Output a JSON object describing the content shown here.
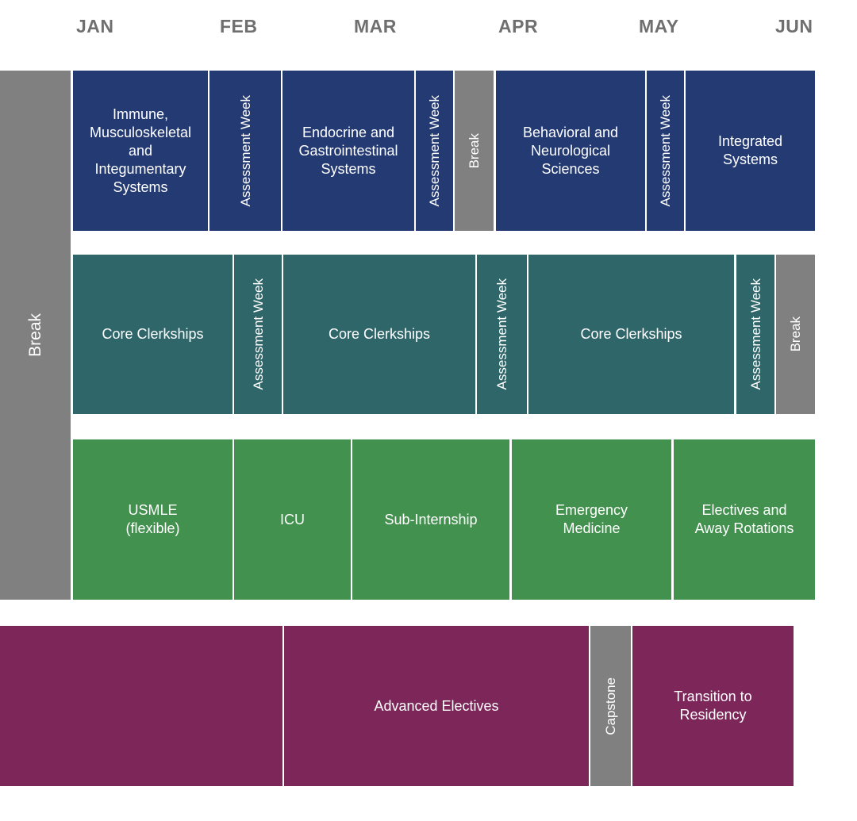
{
  "months": [
    "JAN",
    "FEB",
    "MAR",
    "APR",
    "MAY",
    "JUN"
  ],
  "break_side": "Break",
  "row1": {
    "immune": "Immune,\nMusculoskeletal\nand\nIntegumentary\nSystems",
    "assess1": "Assessment Week",
    "endocrine": "Endocrine and\nGastrointestinal\nSystems",
    "assess2": "Assessment Week",
    "brk": "Break",
    "behavioral": "Behavioral and\nNeurological\nSciences",
    "assess3": "Assessment Week",
    "integrated": "Integrated\nSystems"
  },
  "row2": {
    "core1": "Core Clerkships",
    "assess1": "Assessment Week",
    "core2": "Core Clerkships",
    "assess2": "Assessment Week",
    "core3": "Core Clerkships",
    "assess3": "Assessment Week",
    "brk": "Break"
  },
  "row3": {
    "usmle": "USMLE\n(flexible)",
    "icu": "ICU",
    "subi": "Sub-Internship",
    "em": "Emergency\nMedicine",
    "electives": "Electives and\nAway Rotations"
  },
  "row4": {
    "advanced": "Advanced Electives",
    "capstone": "Capstone",
    "transition": "Transition to\nResidency"
  },
  "colors": {
    "row1": "#243a73",
    "row2": "#2e666a",
    "row3": "#43914f",
    "row4": "#7c2659",
    "break": "#808080"
  }
}
